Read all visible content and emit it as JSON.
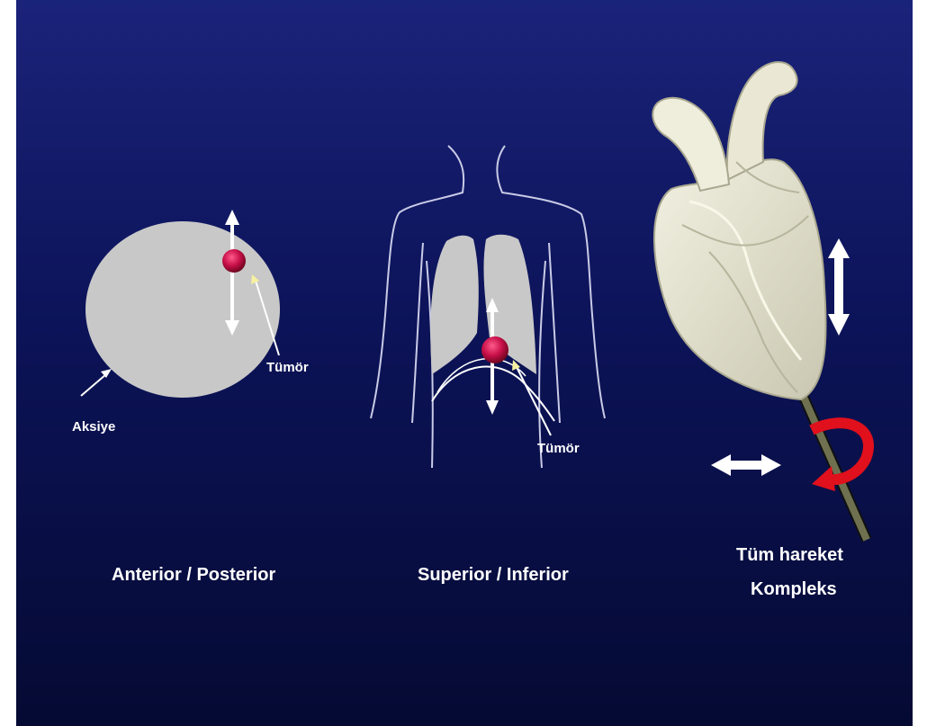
{
  "panels": [
    {
      "id": "ap",
      "caption": "Anterior / Posterior",
      "labels": {
        "axis": "Aksiye",
        "tumor": "Tümör"
      }
    },
    {
      "id": "si",
      "caption": "Superior / Inferior",
      "labels": {
        "tumor": "Tümör"
      }
    },
    {
      "id": "complex",
      "caption_line1": "Tüm hareket",
      "caption_line2": "Kompleks"
    }
  ],
  "colors": {
    "background_top": "#1a237a",
    "background_bottom": "#050a33",
    "organ_gray": "#c8c8c8",
    "tumor": "#c8104a",
    "arrow": "#ffffff",
    "rotation_arrow": "#e0101c",
    "heart": "#e4e2cf"
  }
}
